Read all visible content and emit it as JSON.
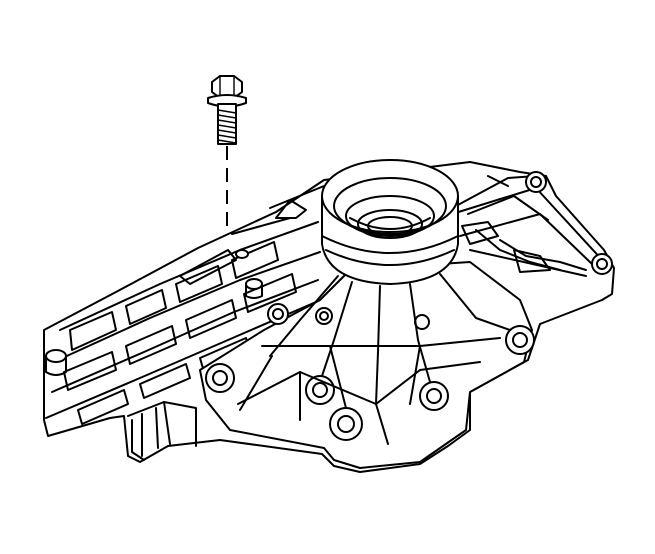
{
  "diagram": {
    "parts": [
      {
        "id": "bolt",
        "icon": "hex-flange-bolt-icon"
      },
      {
        "id": "case",
        "icon": "transmission-case-cover-icon"
      },
      {
        "id": "bearing-bore",
        "icon": "bearing-bore-icon"
      }
    ],
    "line_color": "#000000",
    "background_color": "#ffffff"
  }
}
